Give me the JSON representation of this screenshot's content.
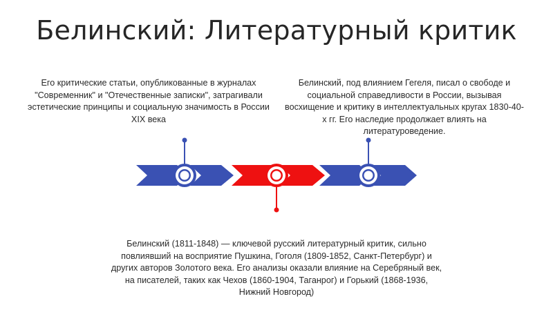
{
  "slide": {
    "title": "Белинский: Литературный критик",
    "blocks": {
      "left": "Его критические статьи, опубликованные в журналах \"Современник\" и \"Отечественные записки\", затрагивали эстетические принципы и социальную значимость в России XIX века",
      "right": "Белинский, под влиянием Гегеля, писал о свободе и социальной справедливости в России, вызывая восхищение и критику в интеллектуальных кругах 1830-40-х гг. Его наследие продолжает влиять на литературоведение.",
      "bottom": "Белинский (1811-1848) — ключевой русский литературный критик, сильно повлиявший на восприятие Пушкина, Гоголя (1809-1852, Санкт-Петербург) и других авторов Золотого века.  Его анализы оказали влияние на Серебряный век,  на писателей, таких как Чехов (1860-1904, Таганрог) и Горький (1868-1936, Нижний Новгород)"
    },
    "timeline": {
      "colors": {
        "blue": "#3a51b3",
        "red": "#ee1111",
        "white": "#ffffff"
      },
      "markers": [
        {
          "color": "blue",
          "connector": "up"
        },
        {
          "color": "red",
          "connector": "down"
        },
        {
          "color": "blue",
          "connector": "up"
        }
      ]
    }
  }
}
